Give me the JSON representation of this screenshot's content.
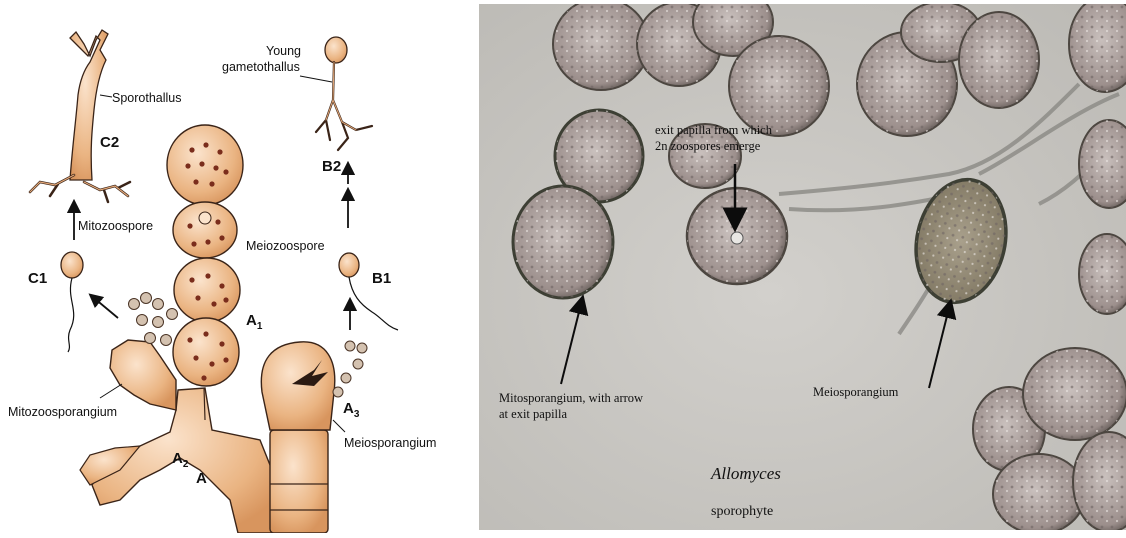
{
  "drawing": {
    "labels": {
      "sporothallus": "Sporothallus",
      "c2": "C2",
      "young_gametothallus_line1": "Young",
      "young_gametothallus_line2": "gametothallus",
      "b2": "B2",
      "mitozoospore": "Mitozoospore",
      "meiozoospore": "Meiozoospore",
      "c1": "C1",
      "b1": "B1",
      "a1_main": "A",
      "a1_sub": "1",
      "a2_main": "A",
      "a2_sub": "2",
      "a3_main": "A",
      "a3_sub": "3",
      "a": "A",
      "mitozoosporangium": "Mitozoosporangium",
      "meiosporangium": "Meiosporangium"
    },
    "colors": {
      "tissue": "#e9b282",
      "outline": "#3a2418",
      "dots": "#7a2d1c"
    }
  },
  "micrograph": {
    "annotations": {
      "exit_papilla_line1": "exit papilla from which",
      "exit_papilla_line2": "2n zoospores emerge",
      "mitosporangium_line1": "Mitosporangium, with arrow",
      "mitosporangium_line2": "at exit papilla",
      "meiosporangium": "Meiosporangium",
      "genus": "Allomyces",
      "stage": "sporophyte"
    },
    "colors": {
      "background": "#c8c6c2",
      "cell_wall": "#3d3f34"
    }
  }
}
